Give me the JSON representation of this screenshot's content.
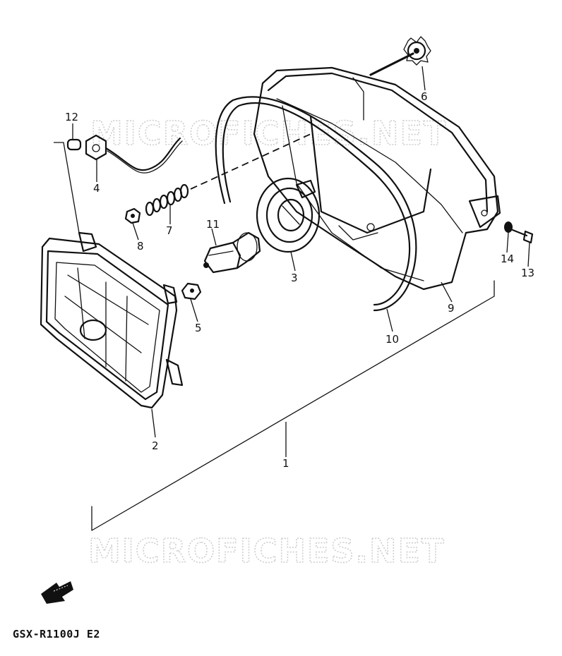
{
  "watermarks": [
    "MICROFICHES.NET",
    "MICROFICHES.NET"
  ],
  "callouts": [
    {
      "id": "c1",
      "label": "1"
    },
    {
      "id": "c2",
      "label": "2"
    },
    {
      "id": "c3",
      "label": "3"
    },
    {
      "id": "c4",
      "label": "4"
    },
    {
      "id": "c5",
      "label": "5"
    },
    {
      "id": "c6",
      "label": "6"
    },
    {
      "id": "c7",
      "label": "7"
    },
    {
      "id": "c8",
      "label": "8"
    },
    {
      "id": "c9",
      "label": "9"
    },
    {
      "id": "c10",
      "label": "10"
    },
    {
      "id": "c11",
      "label": "11"
    },
    {
      "id": "c12",
      "label": "12"
    },
    {
      "id": "c13",
      "label": "13"
    },
    {
      "id": "c14",
      "label": "14"
    }
  ],
  "footer": {
    "code": "GSX-R1100J E2"
  },
  "icons": {
    "front_arrow": "front-direction-arrow-icon"
  }
}
